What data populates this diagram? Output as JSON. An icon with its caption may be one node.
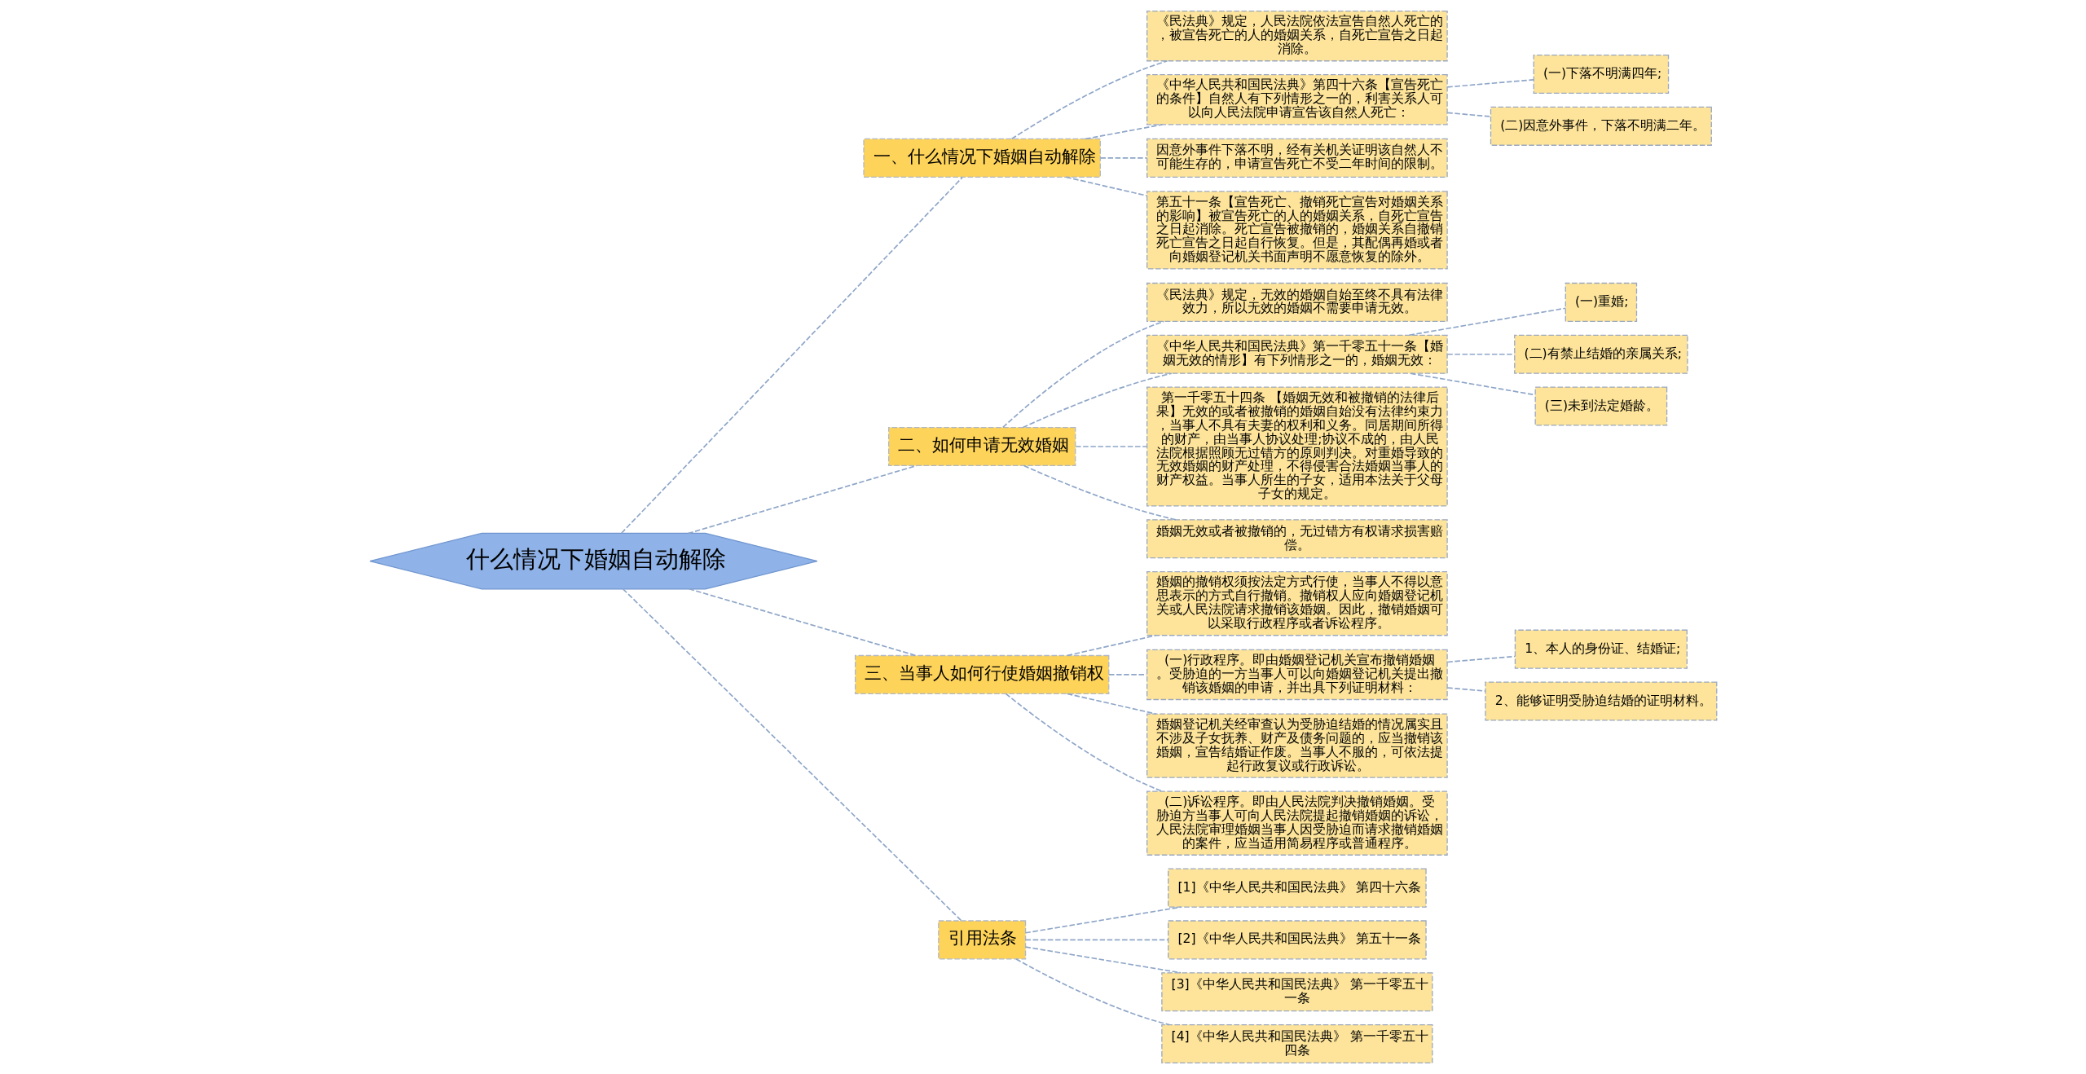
{
  "diagram": {
    "nodes": [
      {
        "text": [
          "什么情况下婚姻自动解除"
        ]
      },
      {
        "text": [
          "一、什么情况下婚姻自动解除"
        ]
      },
      {
        "text": [
          "《民法典》规定，人民法院依法宣告自然人死亡的，被宣告死亡的人的婚姻关系，自死亡宣告之日起消除。"
        ]
      },
      {
        "text": [
          "《中华人民共和国民法典》第四十六条【宣告死亡的条件】自然人有下列情形之一的，利害关系人可以向人民法院申请宣告该自然人死亡："
        ]
      },
      {
        "text": [
          "(一)下落不明满四年;"
        ]
      },
      {
        "text": [
          "(二)因意外事件，下落不明满二年。"
        ]
      },
      {
        "text": [
          "因意外事件下落不明，经有关机关证明该自然人不可能生存的，申请宣告死亡不受二年时间的限制。"
        ]
      },
      {
        "text": [
          "第五十一条【宣告死亡、撤销死亡宣告对婚姻关系的影响】被宣告死亡的人的婚姻关系，自死亡宣告之日起消除。死亡宣告被撤销的，婚姻关系自撤销死亡宣告之日起自行恢复。但是，其配偶再婚或者向婚姻登记机关书面声明不愿意恢复的除外。"
        ]
      },
      {
        "text": [
          "二、如何申请无效婚姻"
        ]
      },
      {
        "text": [
          "《民法典》规定，无效的婚姻自始至终不具有法律效力，所以无效的婚姻不需要申请无效。"
        ]
      },
      {
        "text": [
          "《中华人民共和国民法典》第一千零五十一条【婚姻无效的情形】有下列情形之一的，婚姻无效："
        ]
      },
      {
        "text": [
          "(一)重婚;"
        ]
      },
      {
        "text": [
          "(二)有禁止结婚的亲属关系;"
        ]
      },
      {
        "text": [
          "(三)未到法定婚龄。"
        ]
      },
      {
        "text": [
          "第一千零五十四条 【婚姻无效和被撤销的法律后果】无效的或者被撤销的婚姻自始没有法律约束力，当事人不具有夫妻的权利和义务。同居期间所得的财产，由当事人协议处理;协议不成的，由人民法院根据照顾无过错方的原则判决。对重婚导致的无效婚姻的财产处理，不得侵害合法婚姻当事人的财产权益。当事人所生的子女，适用本法关于父母子女的规定。"
        ]
      },
      {
        "text": [
          "婚姻无效或者被撤销的，无过错方有权请求损害赔偿。"
        ]
      },
      {
        "text": [
          "三、当事人如何行使婚姻撤销权"
        ]
      },
      {
        "text": [
          "婚姻的撤销权须按法定方式行使，当事人不得以意思表示的方式自行撤销。撤销权人应向婚姻登记机关或人民法院请求撤销该婚姻。因此，撤销婚姻可以采取行政程序或者诉讼程序。"
        ]
      },
      {
        "text": [
          "(一)行政程序。即由婚姻登记机关宣布撤销婚姻。受胁迫的一方当事人可以向婚姻登记机关提出撤销该婚姻的申请，并出具下列证明材料："
        ]
      },
      {
        "text": [
          "1、本人的身份证、结婚证;"
        ]
      },
      {
        "text": [
          "2、能够证明受胁迫结婚的证明材料。"
        ]
      },
      {
        "text": [
          "婚姻登记机关经审查认为受胁迫结婚的情况属实且不涉及子女抚养、财产及债务问题的，应当撤销该婚姻，宣告结婚证作废。当事人不服的，可依法提起行政复议或行政诉讼。"
        ]
      },
      {
        "text": [
          "(二)诉讼程序。即由人民法院判决撤销婚姻。受胁迫方当事人可向人民法院提起撤销婚姻的诉讼，人民法院审理婚姻当事人因受胁迫而请求撤销婚姻的案件，应当适用简易程序或普通程序。"
        ]
      },
      {
        "text": [
          "引用法条"
        ]
      },
      {
        "text": [
          "[1]《中华人民共和国民法典》 第四十六条"
        ]
      },
      {
        "text": [
          "[2]《中华人民共和国民法典》 第五十一条"
        ]
      },
      {
        "text": [
          "[3]《中华人民共和国民法典》 第一千零五十一条"
        ]
      },
      {
        "text": [
          "[4]《中华人民共和国民法典》 第一千零五十四条"
        ]
      }
    ],
    "edges": [
      {
        "from": 0,
        "to": 1,
        "arrow": "none",
        "style": "dashed"
      },
      {
        "from": 1,
        "to": 2,
        "arrow": "none",
        "style": "dashed"
      },
      {
        "from": 1,
        "to": 3,
        "arrow": "none",
        "style": "dashed"
      },
      {
        "from": 3,
        "to": 4,
        "arrow": "none",
        "style": "dashed"
      },
      {
        "from": 3,
        "to": 5,
        "arrow": "none",
        "style": "dashed"
      },
      {
        "from": 1,
        "to": 6,
        "arrow": "none",
        "style": "dashed"
      },
      {
        "from": 1,
        "to": 7,
        "arrow": "none",
        "style": "dashed"
      },
      {
        "from": 0,
        "to": 8,
        "arrow": "none",
        "style": "dashed"
      },
      {
        "from": 8,
        "to": 9,
        "arrow": "none",
        "style": "dashed"
      },
      {
        "from": 8,
        "to": 10,
        "arrow": "none",
        "style": "dashed"
      },
      {
        "from": 10,
        "to": 11,
        "arrow": "none",
        "style": "dashed"
      },
      {
        "from": 10,
        "to": 12,
        "arrow": "none",
        "style": "dashed"
      },
      {
        "from": 10,
        "to": 13,
        "arrow": "none",
        "style": "dashed"
      },
      {
        "from": 8,
        "to": 14,
        "arrow": "none",
        "style": "dashed"
      },
      {
        "from": 8,
        "to": 15,
        "arrow": "none",
        "style": "dashed"
      },
      {
        "from": 0,
        "to": 16,
        "arrow": "none",
        "style": "dashed"
      },
      {
        "from": 16,
        "to": 17,
        "arrow": "none",
        "style": "dashed"
      },
      {
        "from": 16,
        "to": 18,
        "arrow": "none",
        "style": "dashed"
      },
      {
        "from": 18,
        "to": 19,
        "arrow": "none",
        "style": "dashed"
      },
      {
        "from": 18,
        "to": 20,
        "arrow": "none",
        "style": "dashed"
      },
      {
        "from": 16,
        "to": 21,
        "arrow": "none",
        "style": "dashed"
      },
      {
        "from": 16,
        "to": 22,
        "arrow": "none",
        "style": "dashed"
      },
      {
        "from": 0,
        "to": 23,
        "arrow": "none",
        "style": "dashed"
      },
      {
        "from": 23,
        "to": 24,
        "arrow": "none",
        "style": "dashed"
      },
      {
        "from": 23,
        "to": 25,
        "arrow": "none",
        "style": "dashed"
      },
      {
        "from": 23,
        "to": 26,
        "arrow": "none",
        "style": "dashed"
      },
      {
        "from": 23,
        "to": 27,
        "arrow": "none",
        "style": "dashed"
      }
    ]
  }
}
